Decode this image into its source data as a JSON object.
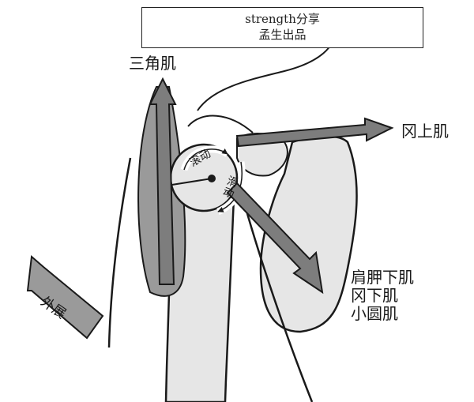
{
  "credit": {
    "line1": "strength分享",
    "line2": "孟生出品"
  },
  "labels": {
    "deltoid": "三角肌",
    "supraspinatus": "冈上肌",
    "rotator_group": [
      "肩胛下肌",
      "冈下肌",
      "小圆肌"
    ],
    "abduction": "外展",
    "roll": "滚动",
    "glide": "滑动"
  },
  "colors": {
    "bone": "#e6e6e6",
    "muscle": "#9a9a9a",
    "arrow_fill": "#7d7d7d",
    "outline": "#1a1a1a"
  }
}
